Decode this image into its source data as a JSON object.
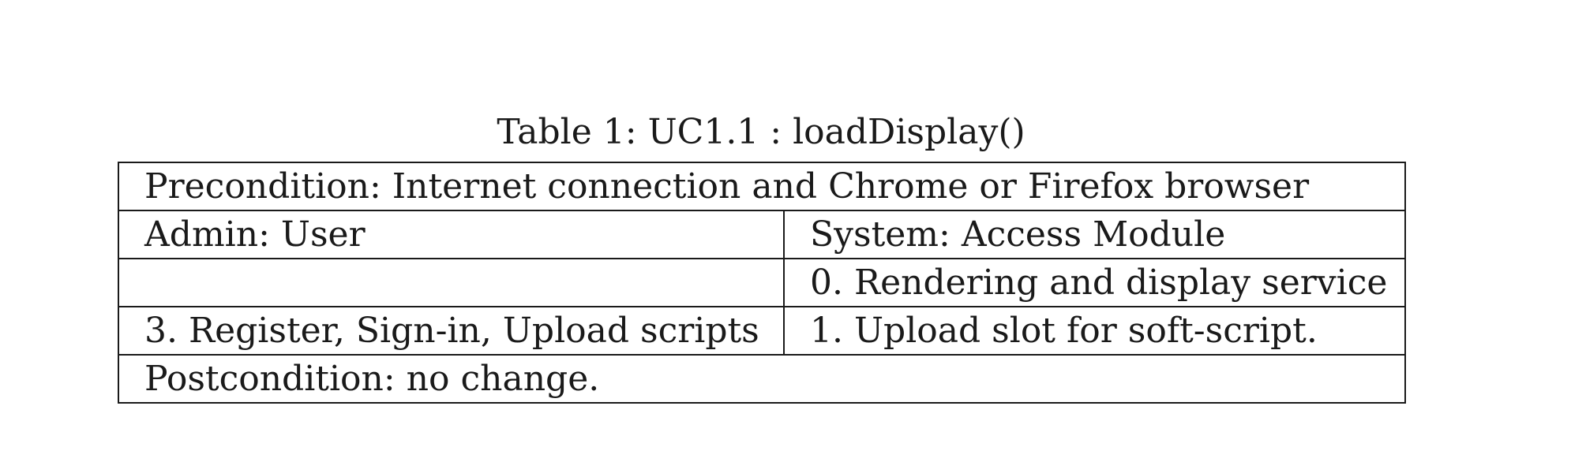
{
  "caption": "Table 1: UC1.1 : loadDisplay()",
  "table": {
    "precondition": "Precondition: Internet connection and Chrome or Firefox browser",
    "admin_header": "Admin: User",
    "system_header": "System: Access Module",
    "rows": [
      {
        "admin": "",
        "system": "0. Rendering and display service"
      },
      {
        "admin": "3. Register, Sign-in, Upload scripts",
        "system": "1. Upload slot for soft-script."
      }
    ],
    "postcondition": "Postcondition: no change."
  }
}
